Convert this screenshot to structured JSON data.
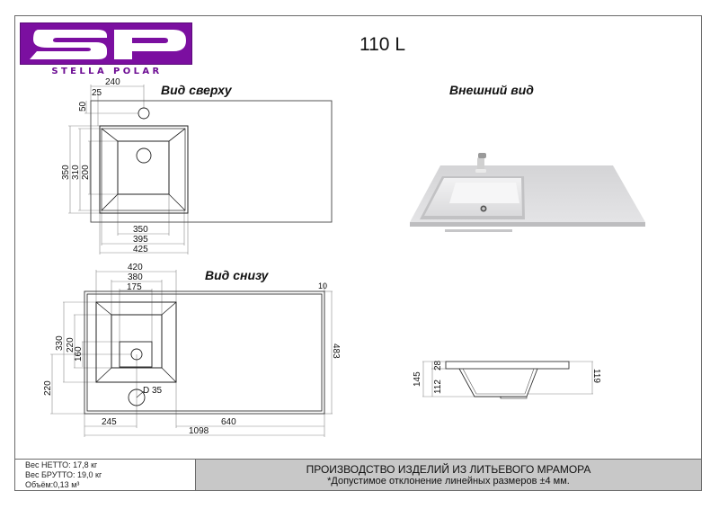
{
  "brand": {
    "logo_letters": "SP",
    "name": "STELLA POLAR",
    "color": "#7b0fa0"
  },
  "model": "110 L",
  "views": {
    "top": {
      "title": "Вид сверху",
      "dims": {
        "faucet_from_left": "240",
        "bowl_offset_left": "25",
        "faucet_from_back": "50",
        "bowl_depth_outer": "350",
        "bowl_depth_mid": "310",
        "bowl_depth_inner": "200",
        "bowl_width_inner": "350",
        "bowl_width_mid": "395",
        "bowl_width_outer": "425"
      }
    },
    "exterior": {
      "title": "Внешний вид"
    },
    "bottom": {
      "title": "Вид снизу",
      "dims": {
        "bowl_width_outer": "420",
        "bowl_width_mid": "380",
        "drain_box_width": "175",
        "edge": "10",
        "bowl_depth_outer": "330",
        "bowl_depth_mid": "220",
        "drain_box_depth": "160",
        "hole_from_front": "220",
        "hole_diameter": "D 35",
        "depth_total": "483",
        "hole_from_left": "245",
        "right_span": "640",
        "length_total": "1098"
      }
    },
    "side": {
      "dims": {
        "total_height": "145",
        "slab_thickness": "28",
        "bowl_height": "112",
        "right_height": "119"
      }
    }
  },
  "footer": {
    "specs": [
      "Вес НЕТТО: 17,8 кг",
      "Вес БРУТТО: 19,0 кг",
      "Объём:0,13 м³"
    ],
    "production_line": "ПРОИЗВОДСТВО ИЗДЕЛИЙ ИЗ ЛИТЬЕВОГО МРАМОРА",
    "tolerance_note": "*Допустимое отклонение линейных размеров ±4 мм."
  }
}
